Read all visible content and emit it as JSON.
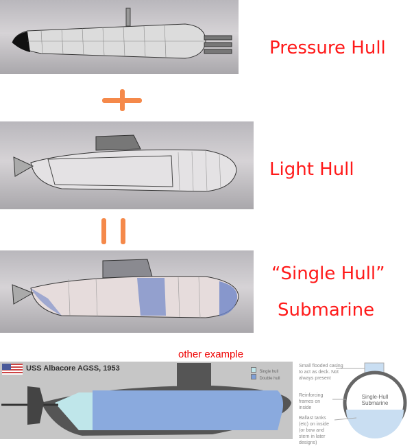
{
  "labels": {
    "pressure_hull": "Pressure Hull",
    "plus": "+",
    "light_hull": "Light Hull",
    "single_hull_line1": "“Single Hull”",
    "single_hull_line2": "Submarine",
    "other_example": "other example"
  },
  "albacore": {
    "title": "USS Albacore AGSS, 1953",
    "legend": [
      {
        "label": "Single hull",
        "color": "#bfe6ea"
      },
      {
        "label": "Double hull",
        "color": "#7e9fd6"
      }
    ]
  },
  "cross_section": {
    "center_label": "Single-Hull Submarine",
    "notes": [
      "Small flooded casing to act as deck. Not always present",
      "Reinforcing frames on inside",
      "Ballast tanks (etc) on inside (or bow and stern in later designs)"
    ]
  },
  "colors": {
    "label_red": "#ff1a1a",
    "operator_orange": "#f5894a"
  }
}
